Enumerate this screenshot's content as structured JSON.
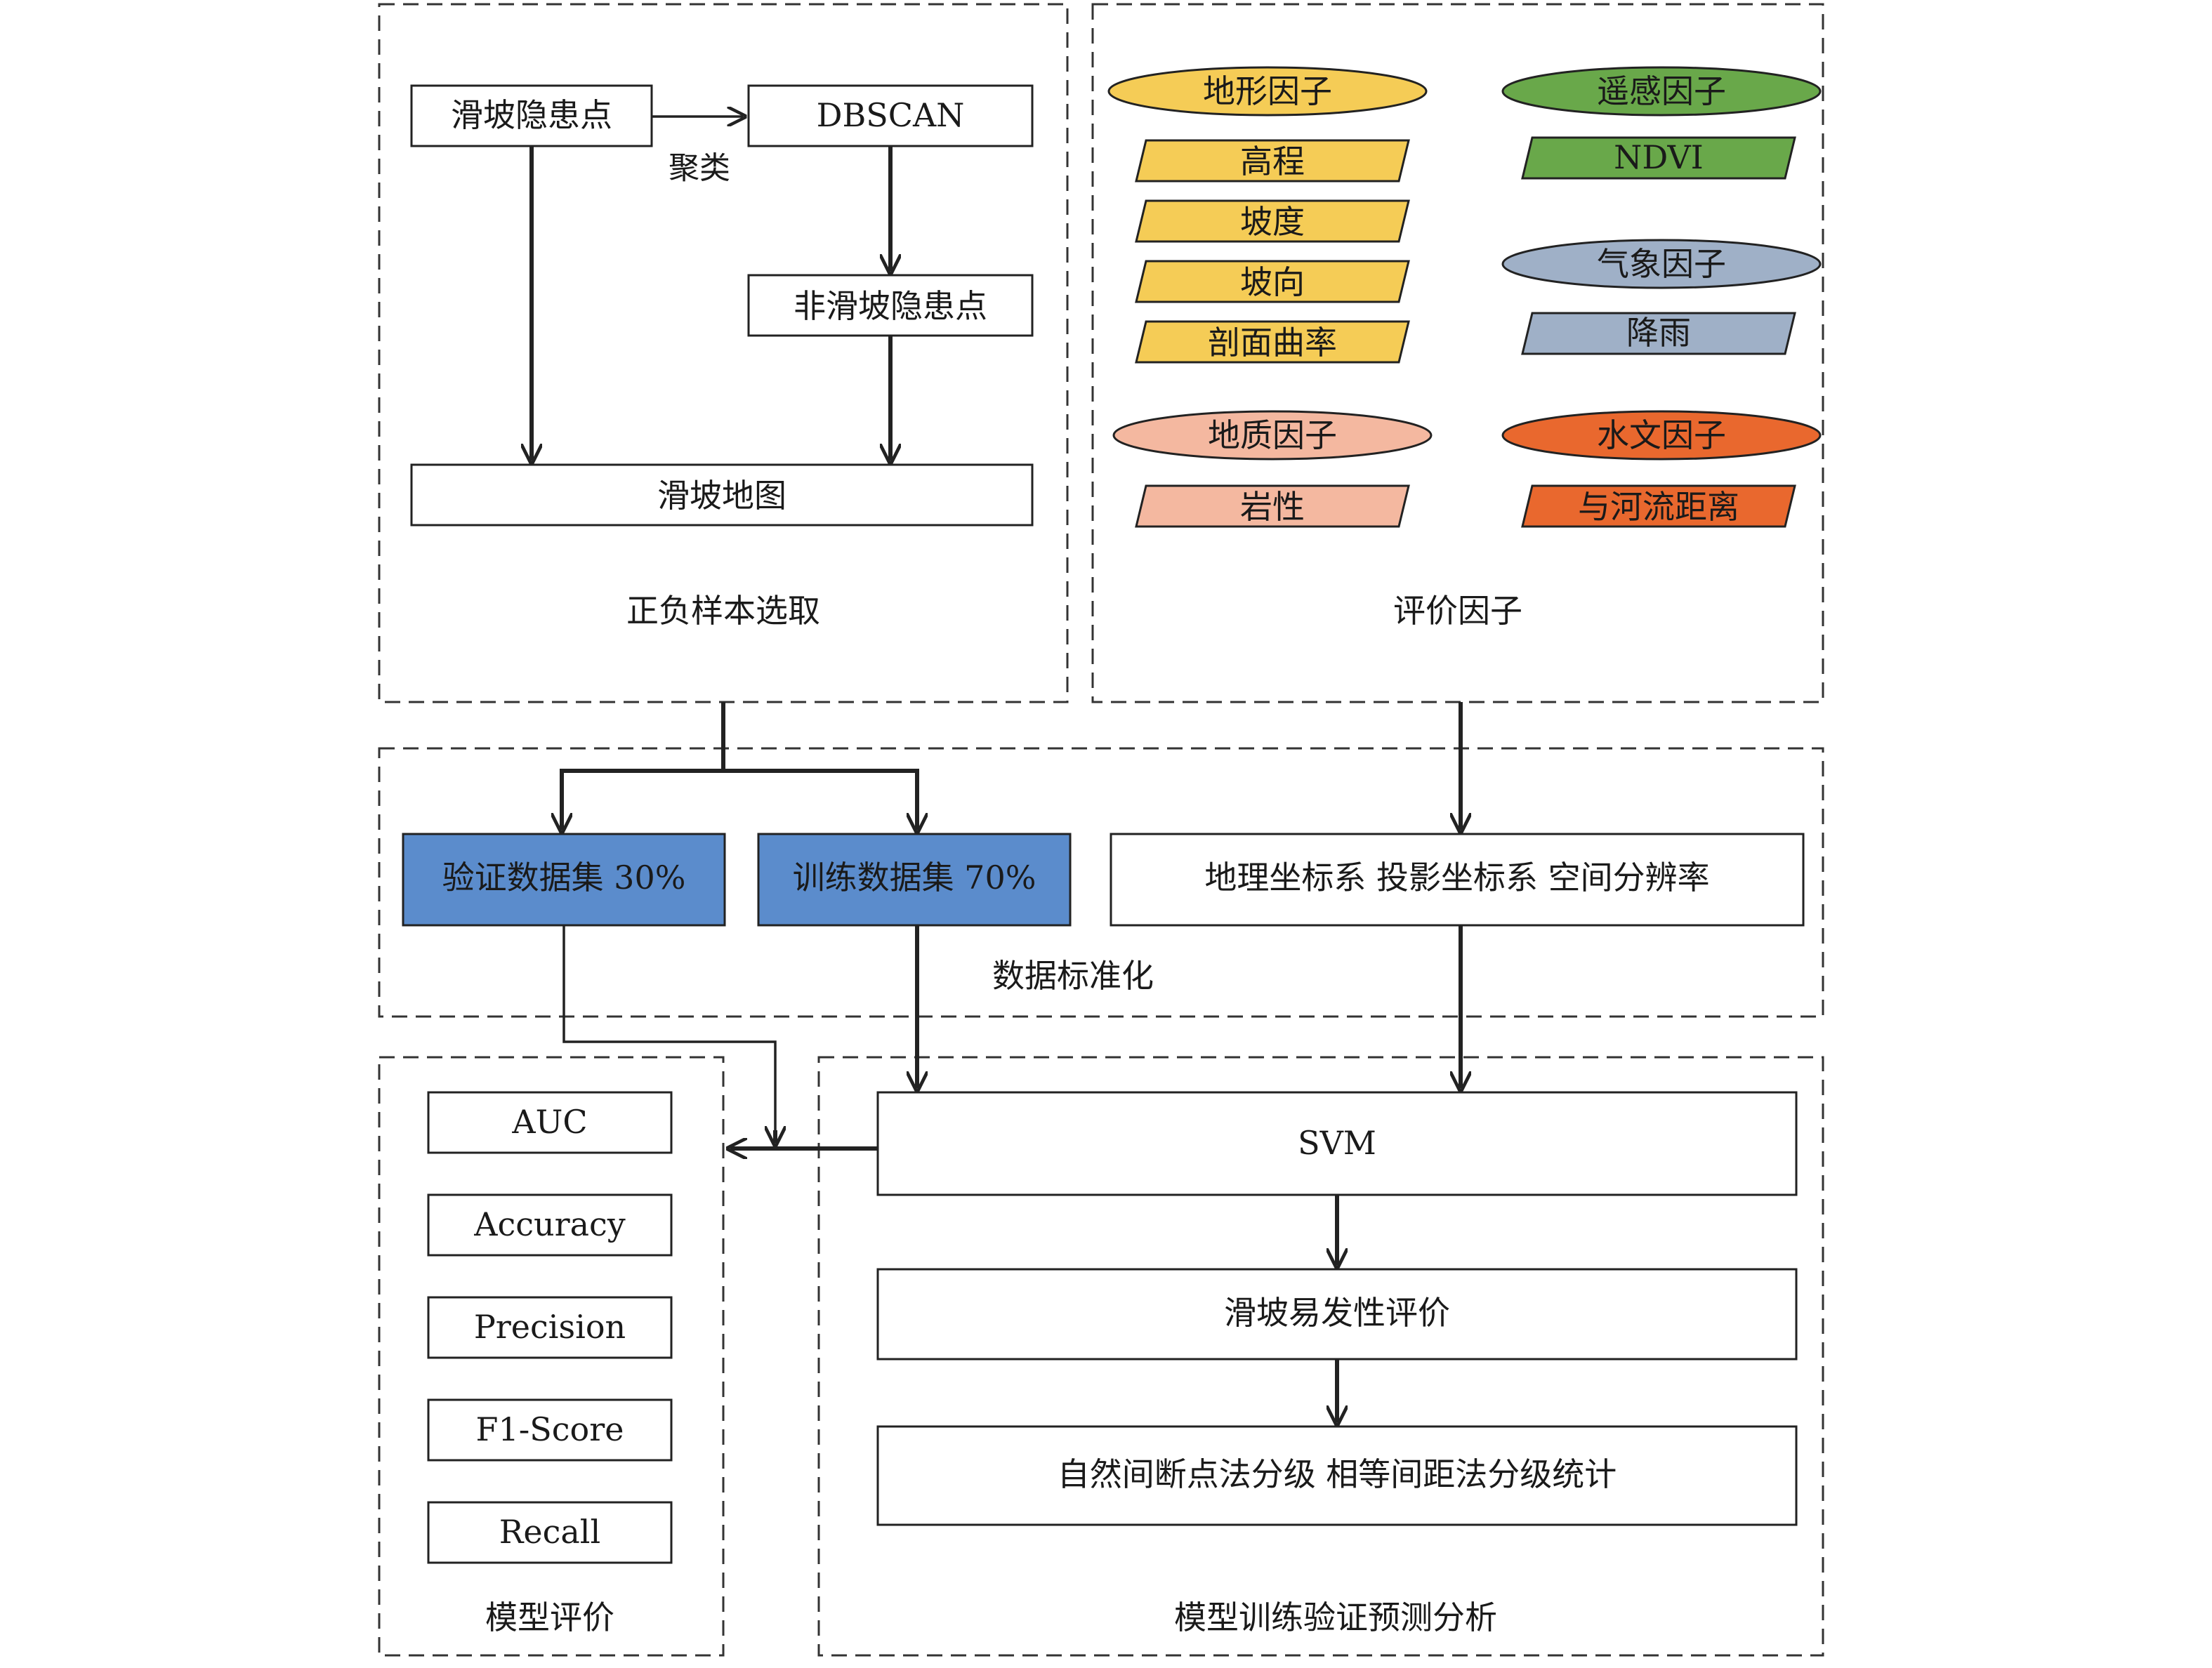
{
  "groups": {
    "samples": "正负样本选取",
    "factors": "评价因子",
    "standardize": "数据标准化",
    "evaluation": "模型评价",
    "training": "模型训练验证预测分析"
  },
  "samples": {
    "landslide_points": "滑坡隐患点",
    "dbscan": "DBSCAN",
    "cluster_label": "聚类",
    "non_landslide_points": "非滑坡隐患点",
    "landslide_map": "滑坡地图"
  },
  "factors": {
    "terrain": {
      "category": "地形因子",
      "items": [
        "高程",
        "坡度",
        "坡向",
        "剖面曲率"
      ],
      "color": "#f5cc56"
    },
    "remote_sensing": {
      "category": "遥感因子",
      "items": [
        "NDVI"
      ],
      "color": "#69a84a"
    },
    "meteorology": {
      "category": "气象因子",
      "items": [
        "降雨"
      ],
      "color": "#9fb0c7"
    },
    "geology": {
      "category": "地质因子",
      "items": [
        "岩性"
      ],
      "color": "#f4b8a0"
    },
    "hydrology": {
      "category": "水文因子",
      "items": [
        "与河流距离"
      ],
      "color": "#e9682e"
    }
  },
  "standardize": {
    "validation": "验证数据集 30%",
    "training": "训练数据集 70%",
    "coords": "地理坐标系  投影坐标系  空间分辨率",
    "dataset_color": "#5b8ccc"
  },
  "evaluation": {
    "metrics": [
      "AUC",
      "Accuracy",
      "Precision",
      "F1-Score",
      "Recall"
    ]
  },
  "training": {
    "svm": "SVM",
    "susceptibility": "滑坡易发性评价",
    "classification": "自然间断点法分级 相等间距法分级统计"
  }
}
